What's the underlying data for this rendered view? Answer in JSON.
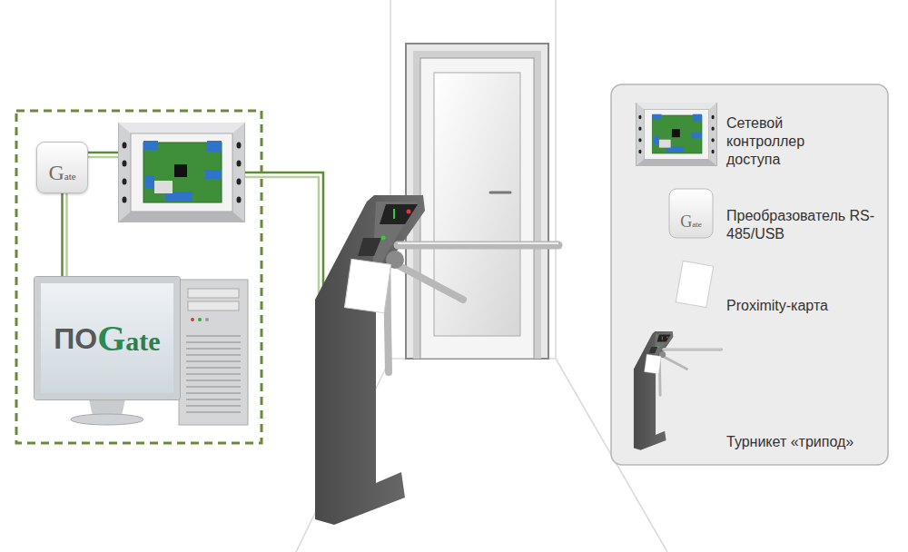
{
  "diagram": {
    "nodes": [
      {
        "text": [
          "Gate"
        ]
      },
      {
        "text": [
          "ПО",
          "Gate"
        ]
      }
    ],
    "edges": [
      {
        "from": 0,
        "to": 1,
        "arrow": "none"
      }
    ],
    "labels": [
      "Gate"
    ],
    "legend": [
      {
        "text": "Сетевой контроллер доступа"
      },
      {
        "text": "Преобразователь RS-485/USB"
      },
      {
        "text": "Proximity-карта"
      },
      {
        "text": "Турникет «трипод»"
      }
    ]
  }
}
